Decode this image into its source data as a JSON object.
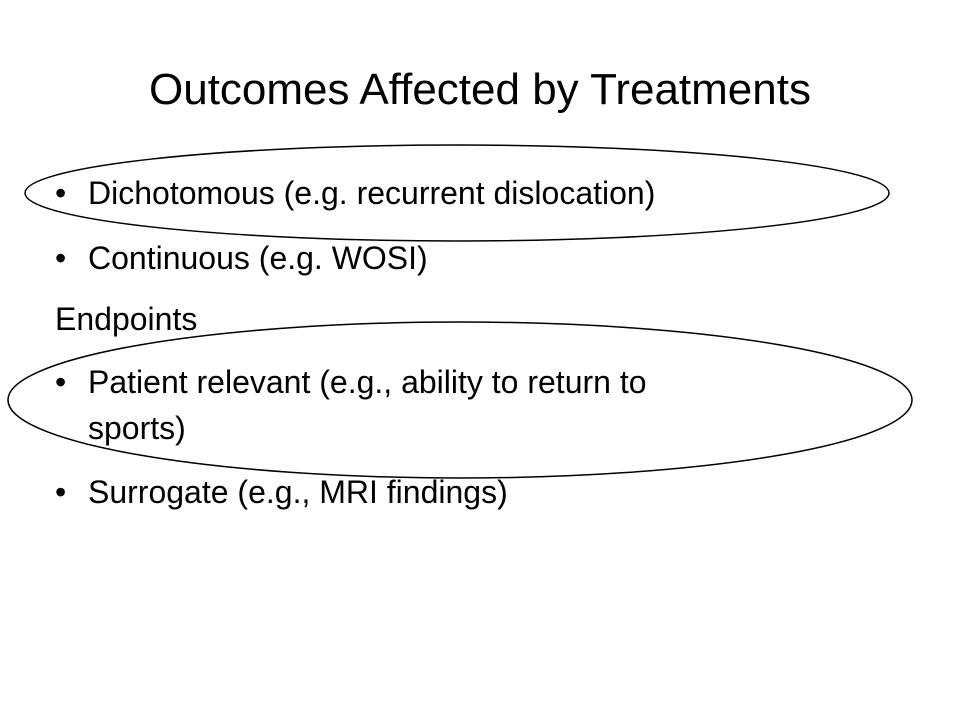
{
  "slide": {
    "title": "Outcomes Affected by Treatments",
    "bullet_glyph": "•",
    "items": [
      {
        "text": "Dichotomous (e.g. recurrent dislocation)"
      },
      {
        "text": "Continuous (e.g. WOSI)"
      },
      {
        "text": "Endpoints"
      },
      {
        "line1": "Patient relevant (e.g., ability to return to",
        "line2": "sports)"
      },
      {
        "text": "Surrogate (e.g., MRI findings)"
      }
    ]
  },
  "annotations": {
    "ellipse_stroke": "#000000"
  }
}
